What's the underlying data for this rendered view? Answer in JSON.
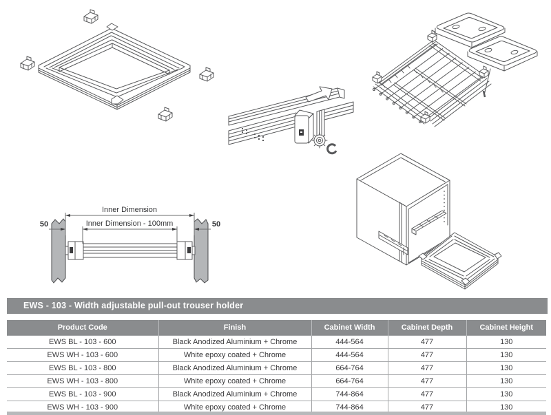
{
  "section": {
    "title": "EWS - 103 - Width adjustable pull-out trouser holder"
  },
  "dimension_diagram": {
    "top_label": "Inner Dimension",
    "middle_label": "Inner Dimension - 100mm",
    "left_offset_value": "50",
    "right_offset_value": "50"
  },
  "table": {
    "headers": [
      "Product Code",
      "Finish",
      "Cabinet Width",
      "Cabinet Depth",
      "Cabinet Height"
    ],
    "rows": [
      [
        "EWS BL - 103 - 600",
        "Black Anodized Aluminium + Chrome",
        "444-564",
        "477",
        "130"
      ],
      [
        "EWS WH - 103 - 600",
        "White epoxy coated + Chrome",
        "444-564",
        "477",
        "130"
      ],
      [
        "EWS BL - 103 - 800",
        "Black Anodized Aluminium + Chrome",
        "664-764",
        "477",
        "130"
      ],
      [
        "EWS WH - 103 - 800",
        "White epoxy coated + Chrome",
        "664-764",
        "477",
        "130"
      ],
      [
        "EWS BL - 103 - 900",
        "Black Anodized Aluminium + Chrome",
        "744-864",
        "477",
        "130"
      ],
      [
        "EWS WH - 103 - 900",
        "White epoxy coated + Chrome",
        "744-864",
        "477",
        "130"
      ]
    ]
  },
  "drawings": {
    "frame_exploded": "width-adjustable frame with four corner mounting brackets",
    "rail_connector": "telescopic rail joint with locking knob, c-clip and slide arrow",
    "trouser_rack": "pull-out trouser rack with hanger rods and two mounting trays",
    "dimension_diagram": "front view of rail between side panels with dimensions",
    "cabinet_installation": "cabinet with slide rails and pull-out frame"
  },
  "colors": {
    "header_bg": "#8a8c8e",
    "header_text": "#ffffff",
    "row_text": "#3a3a3c",
    "grid_line": "#a3a5a7",
    "line_art": "#58595b",
    "panel_fill": "#b4b6b8",
    "bottom_bar": "#b7b9bb"
  }
}
